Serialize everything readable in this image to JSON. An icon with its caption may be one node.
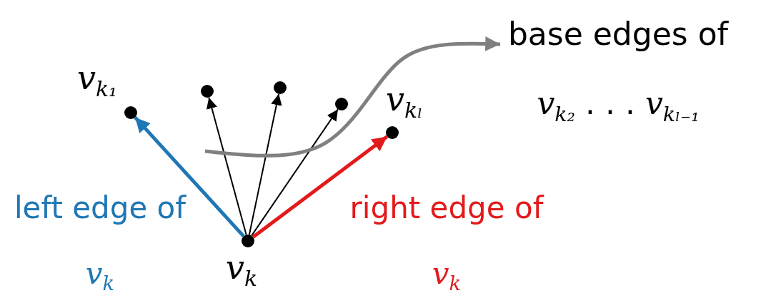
{
  "diagram": {
    "nodes": [
      {
        "text": [],
        "shape": "circle",
        "beside": [
          "*v*$_{k₁}$"
        ]
      },
      {
        "text": [],
        "shape": "circle"
      },
      {
        "text": [],
        "shape": "circle"
      },
      {
        "text": [],
        "shape": "circle"
      },
      {
        "text": [],
        "shape": "circle",
        "beside": [
          "*v*$_{kₗ}$"
        ]
      },
      {
        "text": [
          "base edges of *v*$_{k₂}$ . . . *v*$_{kₗ₋₁}$"
        ]
      },
      {
        "text": [],
        "shape": "circle",
        "beside": [
          "*v*$_{k}$"
        ]
      }
    ],
    "edges": [
      {
        "from": 6,
        "to": 0,
        "arrow": "to",
        "style": "thick",
        "color": "#1f77b4"
      },
      {
        "from": 6,
        "to": 1,
        "arrow": "to"
      },
      {
        "from": 6,
        "to": 2,
        "arrow": "to"
      },
      {
        "from": 6,
        "to": 3,
        "arrow": "to"
      },
      {
        "from": 6,
        "to": 4,
        "arrow": "to",
        "style": "thick",
        "color": "#e31a1c"
      },
      {
        "from": null,
        "to": 5,
        "arrow": "to",
        "style": "thick",
        "color": "#808080"
      }
    ],
    "labels": [
      "left edge of *v*$_{k}$",
      "right edge of *v*$_{k}$"
    ]
  }
}
